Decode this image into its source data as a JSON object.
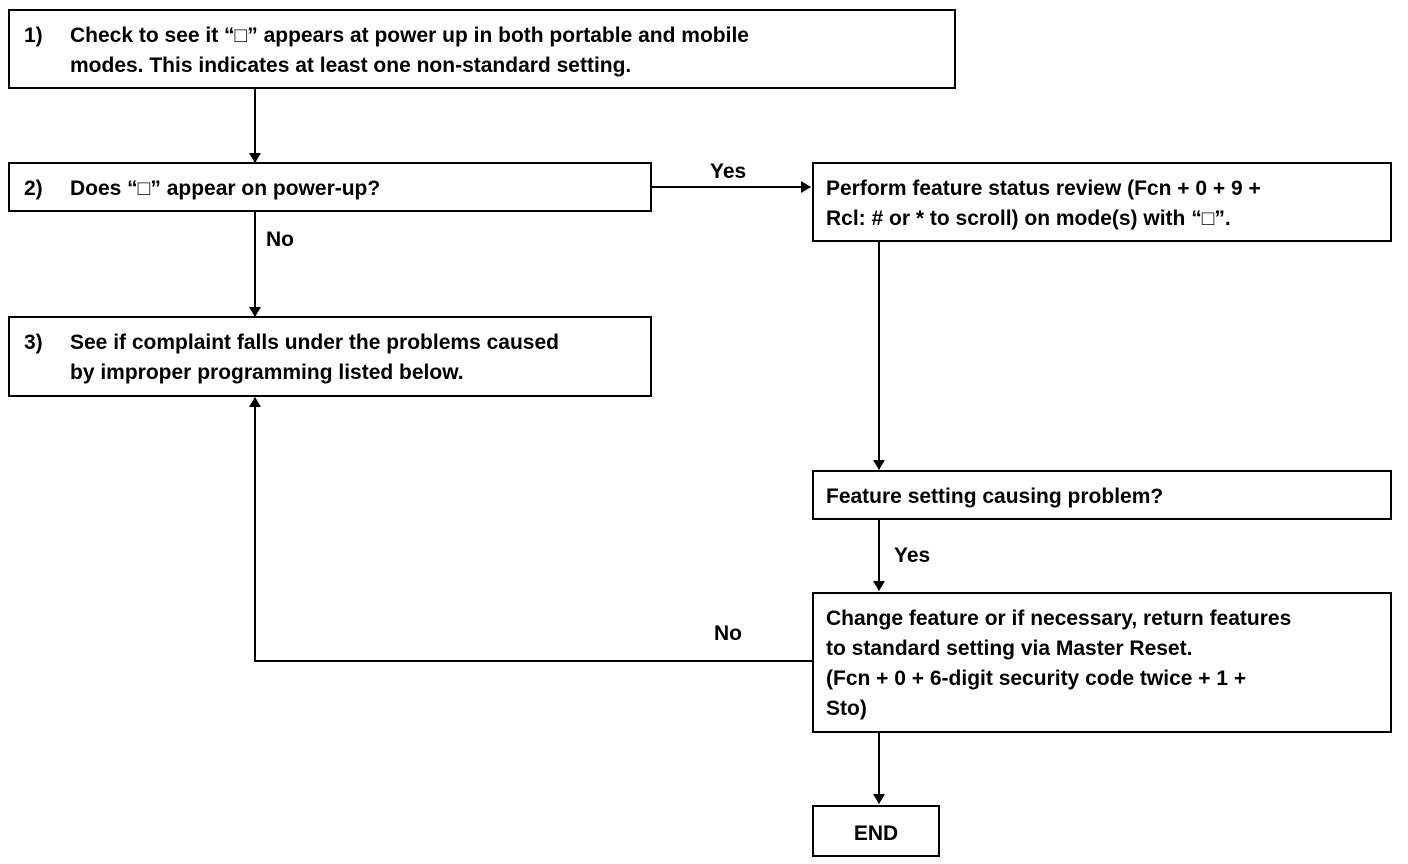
{
  "steps": [
    {
      "number": "1)",
      "lines": [
        "Check to see it “□” appears at power up in both portable and mobile",
        "modes. This indicates at least one non-standard setting."
      ]
    },
    {
      "number": "2)",
      "lines": [
        "Does “□” appear on power-up?"
      ]
    },
    {
      "number": "3)",
      "lines": [
        "See if complaint falls under the problems caused",
        "by improper programming listed below."
      ]
    }
  ],
  "review": {
    "lines": [
      "Perform feature status review (Fcn + 0 + 9 +",
      "Rcl: # or * to scroll) on mode(s) with “□”."
    ]
  },
  "question": {
    "lines": [
      "Feature setting causing problem?"
    ]
  },
  "change": {
    "lines": [
      "Change feature or if necessary, return features",
      "to standard setting via Master Reset.",
      "(Fcn + 0 + 6-digit security code twice + 1 +",
      "Sto)"
    ]
  },
  "end": {
    "label": "END"
  },
  "labels": {
    "yes_step2": "Yes",
    "no_step2": "No",
    "yes_feature": "Yes",
    "no_change": "No"
  }
}
